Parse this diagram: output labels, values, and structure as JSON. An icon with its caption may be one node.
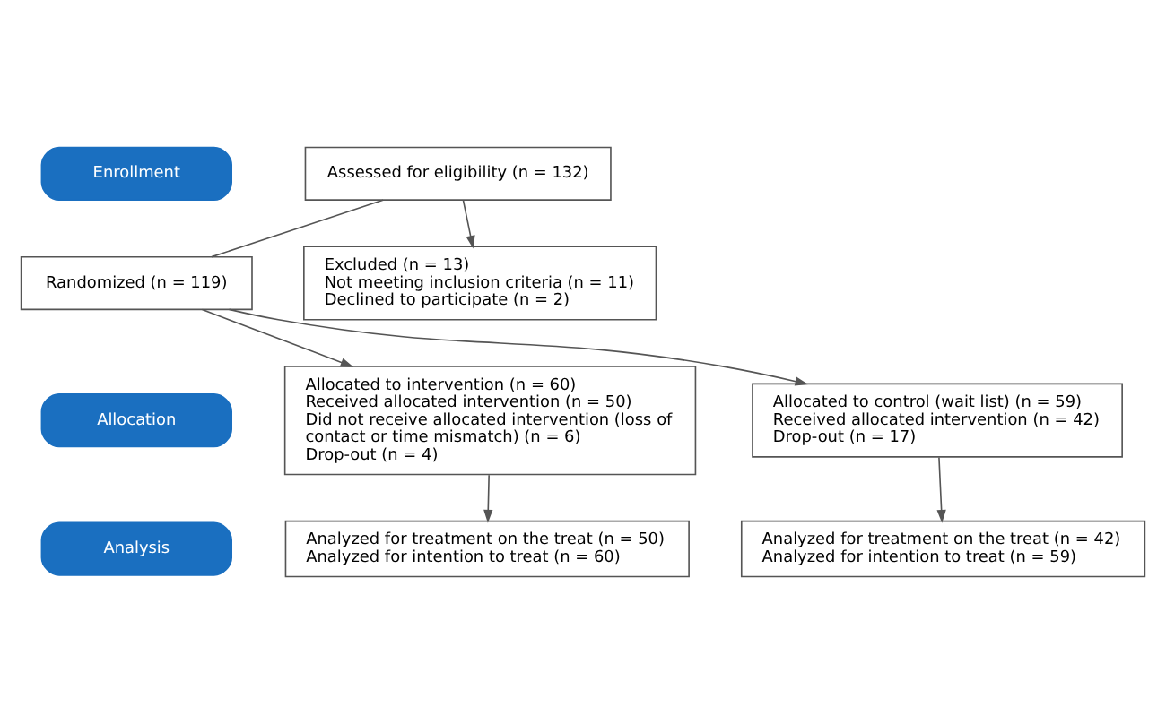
{
  "diagram": {
    "nodes": [
      {
        "text": [
          "Enrollment"
        ]
      },
      {
        "text": [
          "Assessed for eligibility (n = 132)"
        ]
      },
      {
        "text": [
          "Excluded (n = 13)",
          "Not meeting inclusion criteria (n = 11)",
          "Declined to participate (n = 2)"
        ]
      },
      {
        "text": [
          "Randomized (n = 119)"
        ]
      },
      {
        "text": [
          "Allocation"
        ]
      },
      {
        "text": [
          "Allocated to intervention (n = 60)",
          "Received allocated intervention (n = 50)",
          "Did not receive allocated intervention (loss of contact or time mismatch) (n = 6)",
          "Drop-out (n = 4)"
        ]
      },
      {
        "text": [
          "Allocated to control (wait list) (n = 59)",
          "Received allocated intervention (n = 42)",
          "Drop-out (n = 17)"
        ]
      },
      {
        "text": [
          "Analysis"
        ]
      },
      {
        "text": [
          "Analyzed for treatment on the treat (n = 50)",
          "Analyzed for intention to treat (n = 60)"
        ]
      },
      {
        "text": [
          "Analyzed for treatment on the treat (n = 42)",
          "Analyzed for intention to treat (n = 59)"
        ]
      }
    ],
    "edges": [
      {
        "from": 1,
        "to": 2,
        "arrow": "to"
      },
      {
        "from": 1,
        "to": 3,
        "arrow": "none"
      },
      {
        "from": 3,
        "to": 5,
        "arrow": "to"
      },
      {
        "from": 3,
        "to": 6,
        "arrow": "to"
      },
      {
        "from": 5,
        "to": 8,
        "arrow": "to"
      },
      {
        "from": 6,
        "to": 9,
        "arrow": "to"
      }
    ]
  }
}
